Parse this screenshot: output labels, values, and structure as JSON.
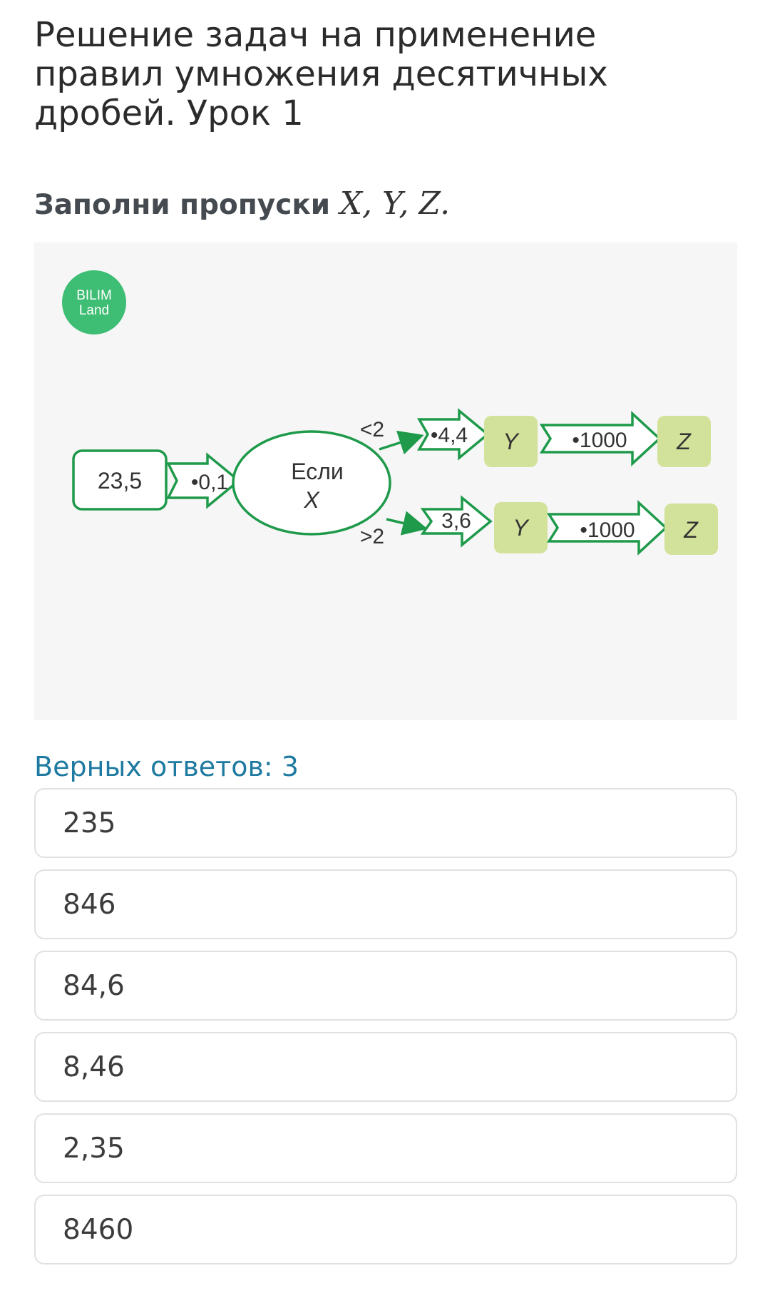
{
  "lesson": {
    "title": "Решение задач на применение правил умножения десятичных дробей. Урок 1"
  },
  "task": {
    "prompt": "Заполни пропуски",
    "variables": "X, Y, Z."
  },
  "figure": {
    "logo_line1": "BILIM",
    "logo_line2": "Land",
    "colors": {
      "green": "#1e9a4a",
      "logo": "#3ebd74",
      "cell_fill": "#d3e29a"
    },
    "start_value": "23,5",
    "first_operation": "•0,1",
    "decision_line1": "Если",
    "decision_line2": "X",
    "upper_branch": {
      "condition": "<2",
      "operation": "•4,4",
      "result1": "Y",
      "operation2": "•1000",
      "result2": "Z"
    },
    "lower_branch": {
      "condition": ">2",
      "operation": "3,6",
      "result1": "Y",
      "operation2": "•1000",
      "result2": "Z"
    }
  },
  "answers": {
    "count_label": "Верных ответов: 3",
    "options": [
      "235",
      "846",
      "84,6",
      "8,46",
      "2,35",
      "8460"
    ]
  }
}
